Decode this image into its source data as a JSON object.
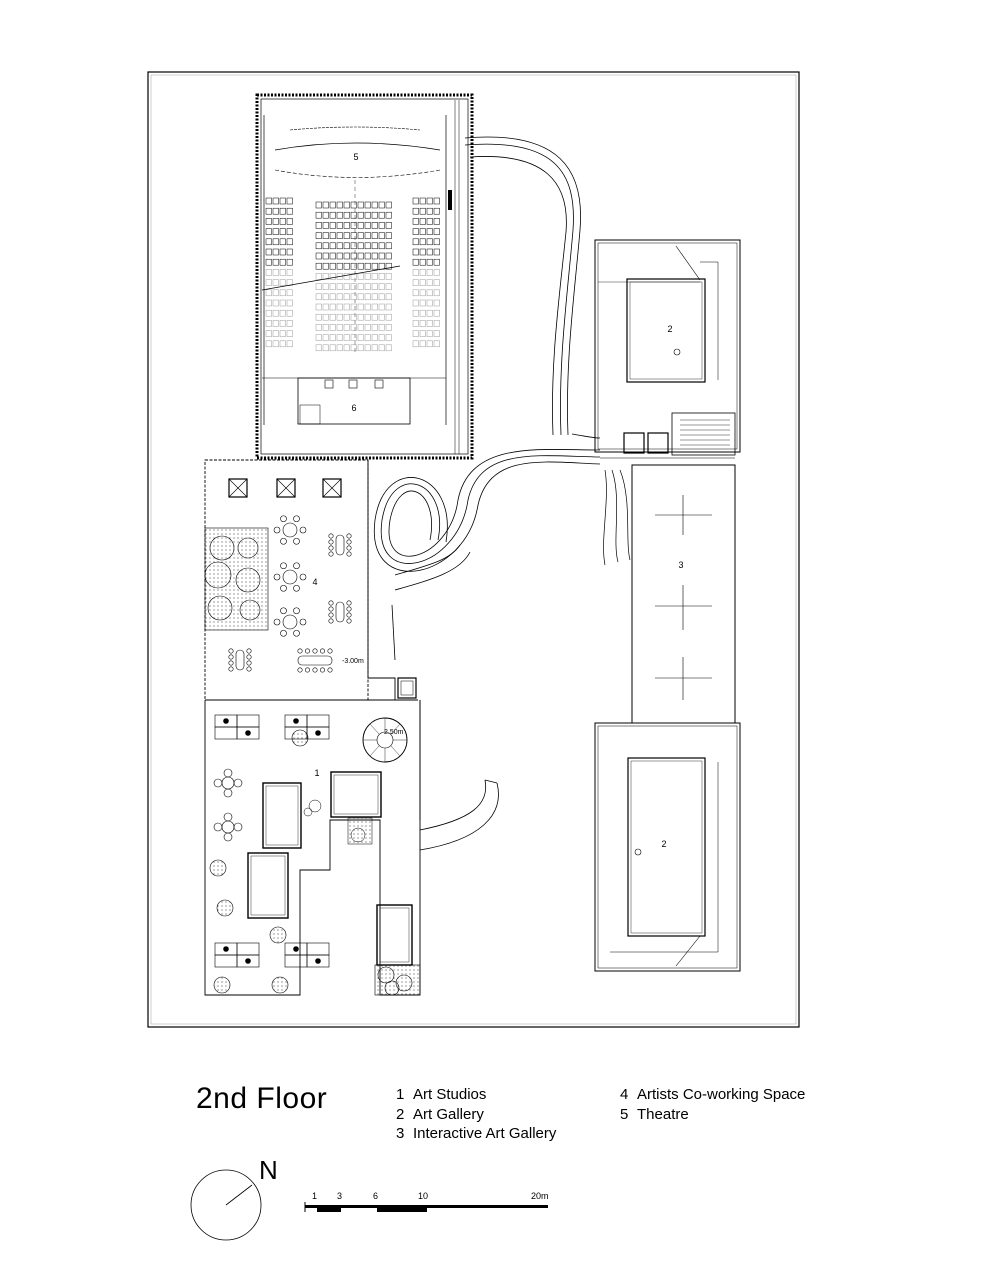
{
  "floor_title": "2nd Floor",
  "legend": [
    {
      "num": "1",
      "label": "Art Studios"
    },
    {
      "num": "2",
      "label": "Art Gallery"
    },
    {
      "num": "3",
      "label": "Interactive Art Gallery"
    },
    {
      "num": "4",
      "label": "Artists Co-working Space"
    },
    {
      "num": "5",
      "label": "Theatre"
    }
  ],
  "room_labels": {
    "theatre": "5",
    "stage": "6",
    "gallery_north": "2",
    "gallery_south": "2",
    "interactive_gallery": "3",
    "coworking": "4",
    "studios": "1"
  },
  "level_marks": {
    "coworking": "-3.00m",
    "stair": "2.50m"
  },
  "north_label": "N",
  "scale_bar": {
    "ticks": [
      "1",
      "3",
      "6",
      "10",
      "20m"
    ]
  }
}
